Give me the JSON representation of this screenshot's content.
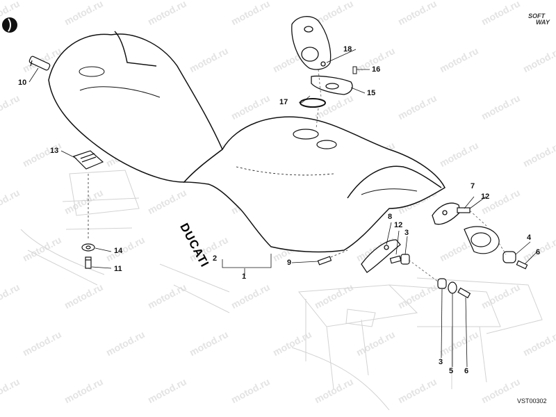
{
  "watermark": "motod.ru",
  "brand": {
    "line1": "SOFT",
    "line2": "WAY"
  },
  "drawing_code": "VST00302",
  "logo_text": "DUCATI",
  "callouts": [
    {
      "id": "c10",
      "text": "10"
    },
    {
      "id": "c13",
      "text": "13"
    },
    {
      "id": "c14",
      "text": "14"
    },
    {
      "id": "c11",
      "text": "11"
    },
    {
      "id": "c18",
      "text": "18"
    },
    {
      "id": "c16",
      "text": "16"
    },
    {
      "id": "c17",
      "text": "17"
    },
    {
      "id": "c15",
      "text": "15"
    },
    {
      "id": "c2",
      "text": "2"
    },
    {
      "id": "c1",
      "text": "1"
    },
    {
      "id": "c9",
      "text": "9"
    },
    {
      "id": "c8",
      "text": "8"
    },
    {
      "id": "c12a",
      "text": "12"
    },
    {
      "id": "c3a",
      "text": "3"
    },
    {
      "id": "c7",
      "text": "7"
    },
    {
      "id": "c12b",
      "text": "12"
    },
    {
      "id": "c4",
      "text": "4"
    },
    {
      "id": "c6a",
      "text": "6"
    },
    {
      "id": "c3b",
      "text": "3"
    },
    {
      "id": "c5",
      "text": "5"
    },
    {
      "id": "c6b",
      "text": "6"
    }
  ]
}
